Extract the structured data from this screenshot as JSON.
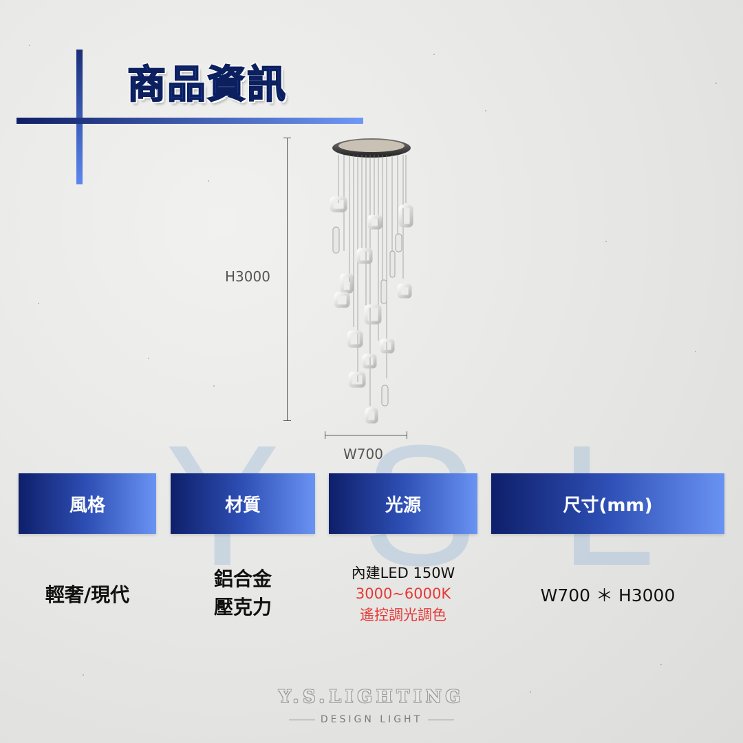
{
  "title": "商品資訊",
  "watermark": "YSL",
  "dimensions": {
    "height_label": "H3000",
    "width_label": "W700"
  },
  "specs": {
    "style": {
      "label": "風格",
      "value": "輕奢/現代"
    },
    "material": {
      "label": "材質",
      "values": [
        "鋁合金",
        "壓克力"
      ]
    },
    "light": {
      "label": "光源",
      "values": [
        "內建LED 150W",
        "3000~6000K",
        "遙控調光調色"
      ]
    },
    "size": {
      "label": "尺寸(mm)",
      "value": "W700 ＊ H3000"
    }
  },
  "brand": {
    "name": "Y.S.LIGHTING",
    "tagline": "DESIGN LIGHT"
  },
  "colors": {
    "accent_dark": "#0e1f6a",
    "accent_light": "#6993f3",
    "highlight": "#e53936"
  }
}
